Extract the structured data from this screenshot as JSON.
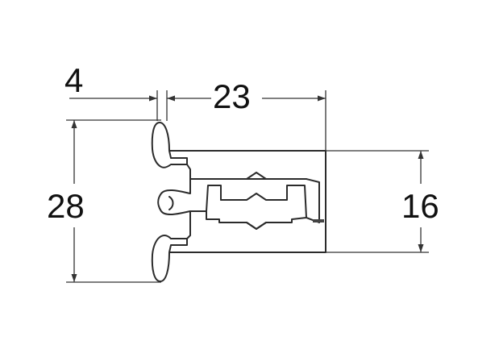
{
  "dimensions": {
    "flange_thickness": "4",
    "profile_width": "23",
    "overall_height": "28",
    "channel_height": "16"
  },
  "colors": {
    "ink": "#2b2b2b",
    "background": "#ffffff"
  }
}
